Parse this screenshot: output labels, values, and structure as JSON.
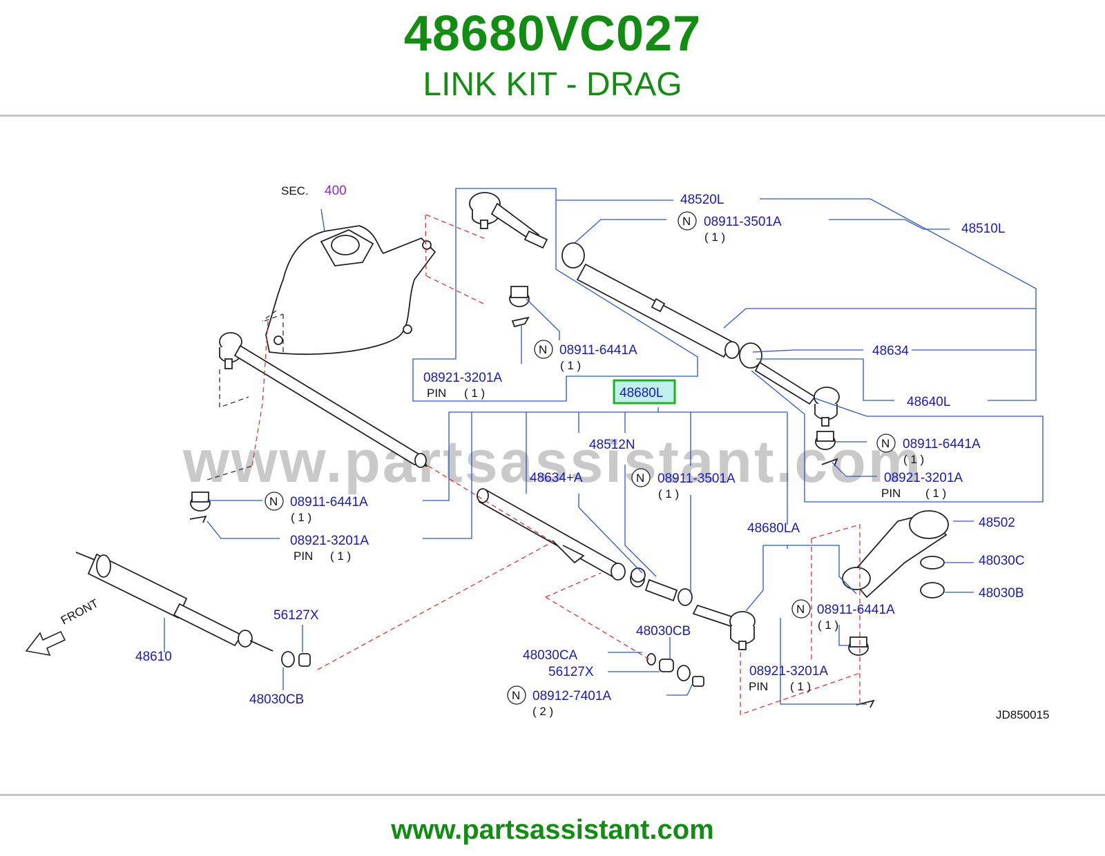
{
  "header": {
    "part_number": "48680VC027",
    "description": "LINK KIT - DRAG"
  },
  "footer": {
    "url": "www.partsassistant.com"
  },
  "diagram": {
    "watermark": "www.partsassistant.com",
    "sec_text": "SEC.",
    "sec_number": "400",
    "front_label": "FRONT",
    "code": "JD850015",
    "highlighted_part": "48680L",
    "n_mark": "N",
    "pin_text": "PIN",
    "labels": {
      "l48520L": "48520L",
      "l48510L": "48510L",
      "l48634": "48634",
      "l48640L": "48640L",
      "l48512N": "48512N",
      "l48634A": "48634+A",
      "l48680LA": "48680LA",
      "l48502": "48502",
      "l48030C": "48030C",
      "l48030B": "48030B",
      "l48610": "48610",
      "l56127X_a": "56127X",
      "l48030CB_a": "48030CB",
      "l48030CB_b": "48030CB",
      "l48030CA": "48030CA",
      "l56127X_b": "56127X",
      "n08911_3501A_a": "08911-3501A",
      "n08911_3501A_b": "08911-3501A",
      "n08911_6441A_a": "08911-6441A",
      "n08911_6441A_b": "08911-6441A",
      "n08911_6441A_c": "08911-6441A",
      "n08911_6441A_d": "08911-6441A",
      "n08912_7401A": "08912-7401A",
      "p08921_a": "08921-3201A",
      "p08921_b": "08921-3201A",
      "p08921_c": "08921-3201A",
      "p08921_d": "08921-3201A"
    },
    "quantities": {
      "q1": "( 1 )",
      "q2": "( 2 )"
    }
  }
}
